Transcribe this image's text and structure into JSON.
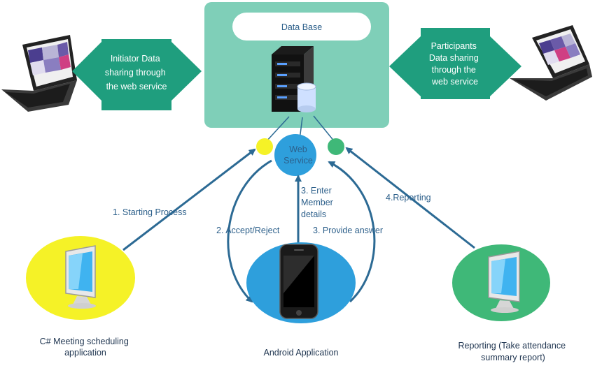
{
  "database": {
    "label": "Data Base"
  },
  "web_service": {
    "label_line1": "Web",
    "label_line2": "Service"
  },
  "initiator_sharing": {
    "lines": [
      "Initiator Data",
      "sharing through",
      "the web service"
    ]
  },
  "participants_sharing": {
    "lines": [
      "Participants",
      "Data sharing",
      "through the",
      "web service"
    ]
  },
  "flows": {
    "starting_process": "1. Starting Process",
    "accept_reject": "2. Accept/Reject",
    "enter_member_details": [
      "3. Enter",
      "Member",
      "details"
    ],
    "provide_answer": "3. Provide answer",
    "reporting": "4.Reporting"
  },
  "nodes": {
    "csharp_app": [
      "C# Meeting scheduling",
      "application"
    ],
    "android_app": [
      "Android Application"
    ],
    "reporting_app": [
      "Reporting (Take attendance",
      "summary report)"
    ]
  },
  "colors": {
    "teal": "#1f9e7e",
    "database_box": "#7fcfb8",
    "blue": "#2e9fdc",
    "yellow": "#f5f227",
    "green": "#3fb878",
    "arrow": "#2c6a94"
  }
}
